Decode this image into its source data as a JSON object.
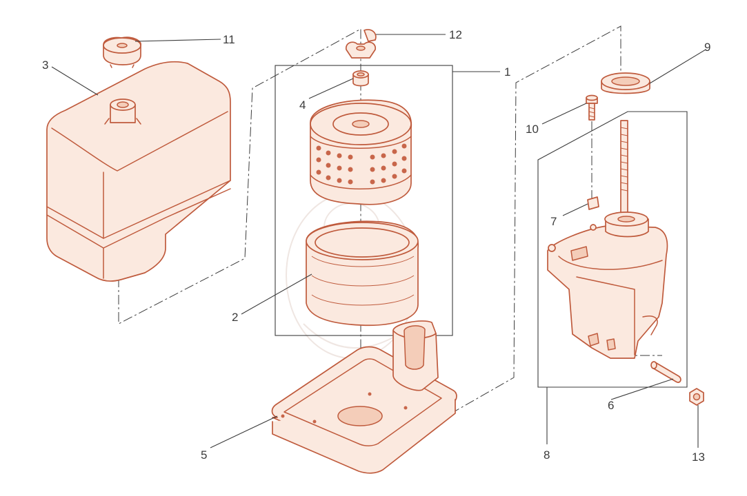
{
  "callouts": {
    "p1": "1",
    "p2": "2",
    "p3": "3",
    "p4": "4",
    "p5": "5",
    "p6": "6",
    "p7": "7",
    "p8": "8",
    "p9": "9",
    "p10": "10",
    "p11": "11",
    "p12": "12",
    "p13": "13"
  },
  "colors": {
    "part_outline": "#bf5a3c",
    "part_fill": "#fbe9df",
    "leader_line": "#3b3b3b",
    "background": "#ffffff"
  }
}
